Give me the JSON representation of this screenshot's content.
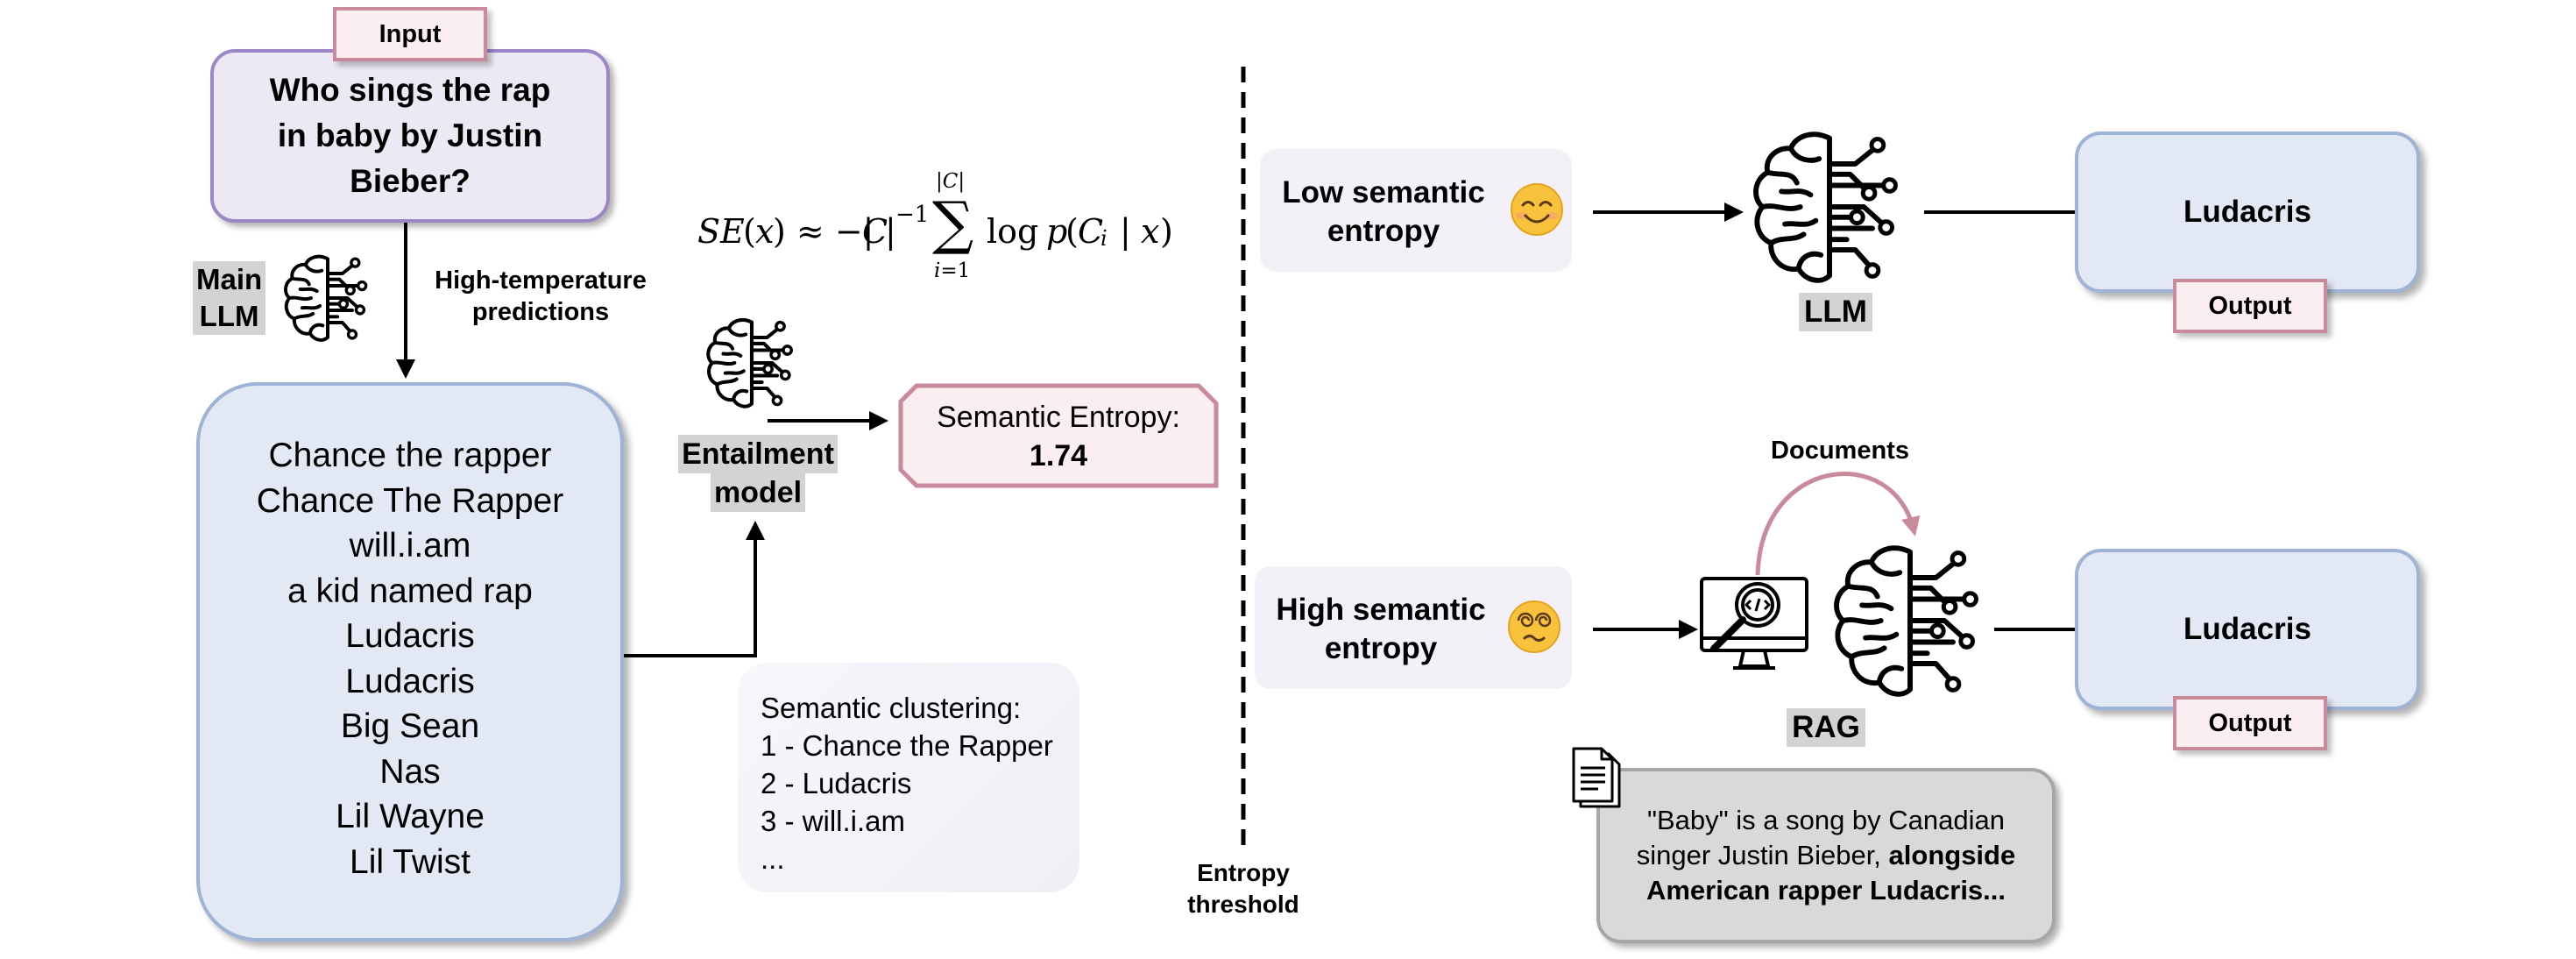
{
  "input": {
    "tag": "Input",
    "question_lines": [
      "Who sings the rap",
      "in baby by Justin",
      "Bieber?"
    ]
  },
  "main_llm": {
    "label_lines": [
      "Main",
      "LLM"
    ],
    "arrow_label_lines": [
      "High-temperature",
      "predictions"
    ]
  },
  "predictions": [
    "Chance the rapper",
    "Chance The Rapper",
    "will.i.am",
    "a kid named rap",
    "Ludacris",
    "Ludacris",
    "Big Sean",
    "Nas",
    "Lil Wayne",
    "Lil Twist"
  ],
  "entailment": {
    "label_lines": [
      "Entailment",
      "model"
    ]
  },
  "semantic_entropy": {
    "label": "Semantic Entropy:",
    "value": "1.74"
  },
  "clustering": {
    "title": "Semantic clustering:",
    "items": [
      "1 - Chance the Rapper",
      "2 - Ludacris",
      "3 - will.i.am",
      "..."
    ]
  },
  "threshold": {
    "label_lines": [
      "Entropy",
      "threshold"
    ]
  },
  "low": {
    "label_lines": [
      "Low semantic",
      "entropy"
    ],
    "model_label": "LLM",
    "output_text": "Ludacris",
    "output_tag": "Output"
  },
  "high": {
    "label_lines": [
      "High semantic",
      "entropy"
    ],
    "docs_label": "Documents",
    "model_label": "RAG",
    "output_text": "Ludacris",
    "output_tag": "Output",
    "doc_text_lines": [
      "\"Baby\" is a song by Canadian",
      "singer Justin Bieber, "
    ],
    "doc_text_bold_lines": [
      "alongside",
      "American rapper Ludacris..."
    ]
  },
  "emoji": {
    "low": "smiling-face",
    "high": "dizzy-face"
  },
  "colors": {
    "input_fill": "#ece8f4",
    "input_border": "#9b87c8",
    "blue_fill": "#e3e9f4",
    "blue_border": "#9eb3d6",
    "pink_fill": "#fbeef1",
    "pink_border": "#c98a9b",
    "doc_fill": "#d9d9d9",
    "doc_border": "#a6a6a6"
  }
}
